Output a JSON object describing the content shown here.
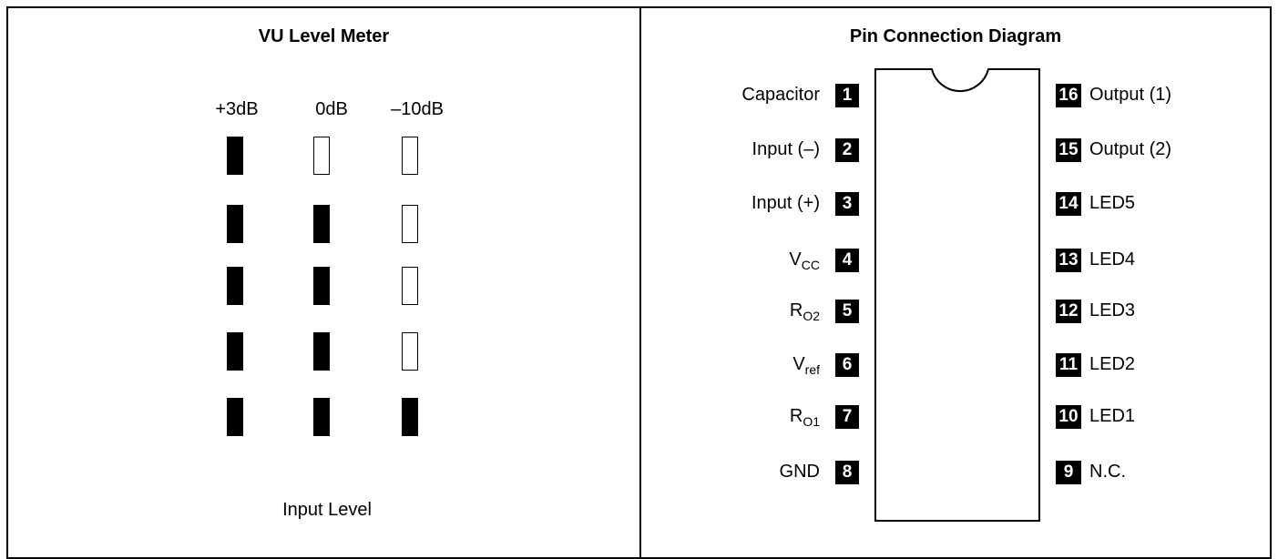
{
  "vu_meter": {
    "title": "VU Level Meter",
    "columns": [
      {
        "label": "+3dB",
        "segments_lit": [
          true,
          true,
          true,
          true,
          true
        ]
      },
      {
        "label": "0dB",
        "segments_lit": [
          false,
          true,
          true,
          true,
          true
        ]
      },
      {
        "label": "–10dB",
        "segments_lit": [
          false,
          false,
          false,
          false,
          true
        ]
      }
    ],
    "footer": "Input Level"
  },
  "pin_diagram": {
    "title": "Pin Connection Diagram",
    "left_pins": [
      {
        "number": "1",
        "label": "Capacitor",
        "sub": ""
      },
      {
        "number": "2",
        "label": "Input (–)",
        "sub": ""
      },
      {
        "number": "3",
        "label": "Input (+)",
        "sub": ""
      },
      {
        "number": "4",
        "label": "V",
        "sub": "CC"
      },
      {
        "number": "5",
        "label": "R",
        "sub": "O2"
      },
      {
        "number": "6",
        "label": "V",
        "sub": "ref"
      },
      {
        "number": "7",
        "label": "R",
        "sub": "O1"
      },
      {
        "number": "8",
        "label": "GND",
        "sub": ""
      }
    ],
    "right_pins": [
      {
        "number": "16",
        "label": "Output (1)"
      },
      {
        "number": "15",
        "label": "Output (2)"
      },
      {
        "number": "14",
        "label": "LED5"
      },
      {
        "number": "13",
        "label": "LED4"
      },
      {
        "number": "12",
        "label": "LED3"
      },
      {
        "number": "11",
        "label": "LED2"
      },
      {
        "number": "10",
        "label": "LED1"
      },
      {
        "number": "9",
        "label": "N.C."
      }
    ]
  }
}
